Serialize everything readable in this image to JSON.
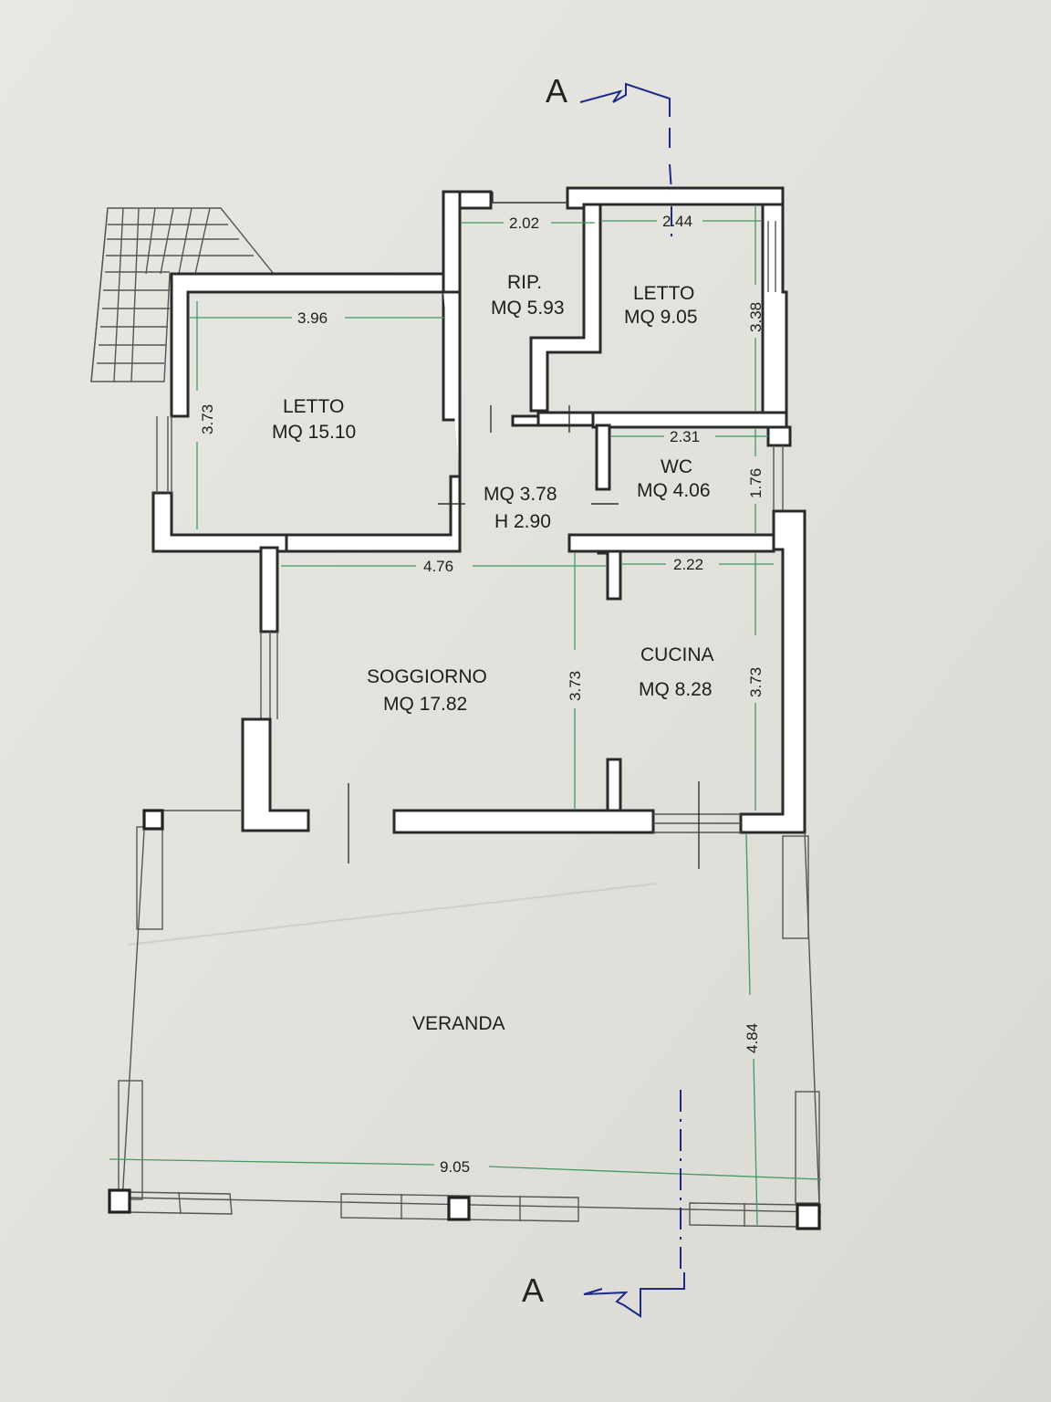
{
  "section_marks": {
    "top": "A",
    "bottom": "A"
  },
  "rooms": {
    "letto_grande": {
      "name": "LETTO",
      "area": "MQ 15.10"
    },
    "ripostiglio": {
      "name": "RIP.",
      "area": "MQ 5.93"
    },
    "letto_piccolo": {
      "name": "LETTO",
      "area": "MQ 9.05"
    },
    "disimpegno": {
      "area": "MQ 3.78",
      "height": "H 2.90"
    },
    "wc": {
      "name": "WC",
      "area": "MQ 4.06"
    },
    "soggiorno": {
      "name": "SOGGIORNO",
      "area": "MQ 17.82"
    },
    "cucina": {
      "name": "CUCINA",
      "area": "MQ 8.28"
    },
    "veranda": {
      "name": "VERANDA"
    }
  },
  "dimensions": {
    "letto_grande_w": "3.96",
    "letto_grande_h": "3.73",
    "rip_w": "2.02",
    "letto_piccolo_w": "2.44",
    "letto_piccolo_h": "3.38",
    "wc_w": "2.31",
    "wc_h": "1.76",
    "soggiorno_w": "4.76",
    "soggiorno_h": "3.73",
    "cucina_w": "2.22",
    "cucina_h": "3.73",
    "veranda_w": "9.05",
    "veranda_h": "4.84"
  }
}
